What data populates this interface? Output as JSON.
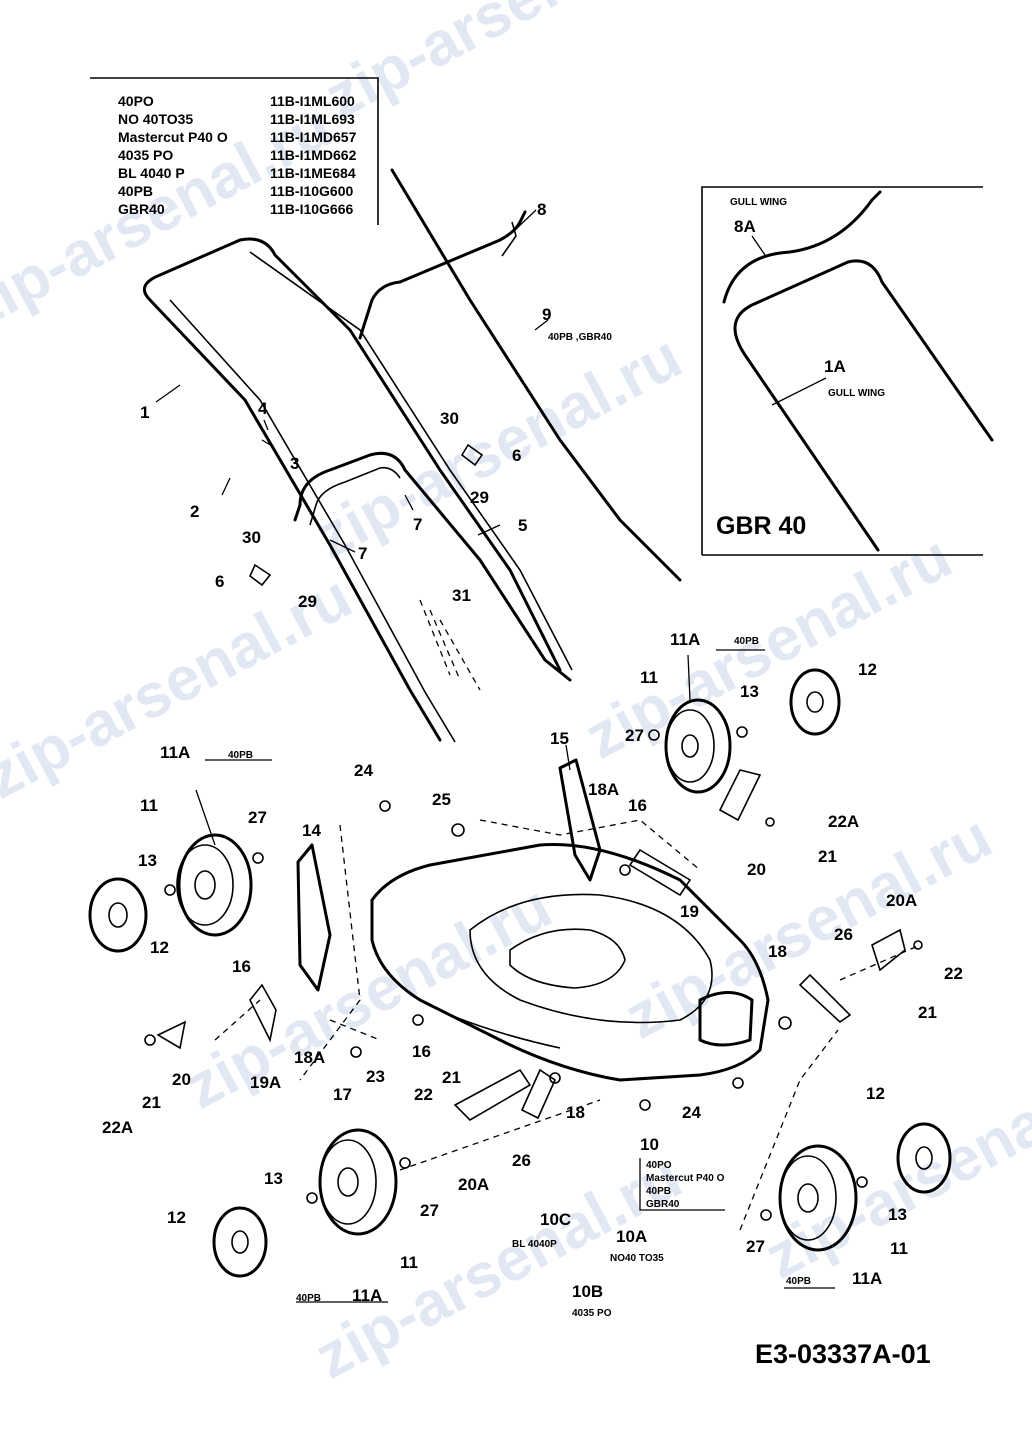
{
  "watermark": "zip-arsenal.ru",
  "diagram_code": "E3-03337A-01",
  "model_table": [
    {
      "model": "40PO",
      "part_no": "11B-I1ML600"
    },
    {
      "model": "NO 40TO35",
      "part_no": "11B-I1ML693"
    },
    {
      "model": "Mastercut P40 O",
      "part_no": "11B-I1MD657"
    },
    {
      "model": "4035 PO",
      "part_no": "11B-I1MD662"
    },
    {
      "model": "BL 4040 P",
      "part_no": "11B-I1ME684"
    },
    {
      "model": "40PB",
      "part_no": "11B-I10G600"
    },
    {
      "model": "GBR40",
      "part_no": "11B-I10G666"
    }
  ],
  "inset": {
    "title": "GBR 40",
    "note_8a": "GULL WING",
    "label_8a": "8A",
    "label_1a": "1A",
    "note_1a": "GULL WING"
  },
  "notes": {
    "n9": "40PB ,GBR40",
    "n10_lines": [
      "40PO",
      "Mastercut P40 O",
      "40PB",
      "GBR40"
    ],
    "n10a": "NO40 TO35",
    "n10b": "4035 PO",
    "n10c": "BL 4040P",
    "wheel_40pb": "40PB"
  },
  "callouts": {
    "c1": "1",
    "c2": "2",
    "c3": "3",
    "c4": "4",
    "c5": "5",
    "c6a": "6",
    "c6b": "6",
    "c7a": "7",
    "c7b": "7",
    "c8": "8",
    "c9": "9",
    "c10": "10",
    "c10a": "10A",
    "c10b": "10B",
    "c10c": "10C",
    "c11a": "11",
    "c11b": "11",
    "c11c": "11",
    "c11d": "11",
    "c11Aa": "11A",
    "c11Ab": "11A",
    "c11Ac": "11A",
    "c11Ad": "11A",
    "c12a": "12",
    "c12b": "12",
    "c12c": "12",
    "c12d": "12",
    "c13a": "13",
    "c13b": "13",
    "c13c": "13",
    "c13d": "13",
    "c14": "14",
    "c15": "15",
    "c16a": "16",
    "c16b": "16",
    "c16c": "16",
    "c17": "17",
    "c18a": "18",
    "c18b": "18",
    "c18Aa": "18A",
    "c18Ab": "18A",
    "c19": "19",
    "c19A": "19A",
    "c20a": "20",
    "c20b": "20",
    "c20Aa": "20A",
    "c20Ab": "20A",
    "c21a": "21",
    "c21b": "21",
    "c21c": "21",
    "c21d": "21",
    "c22a": "22",
    "c22b": "22",
    "c22Aa": "22A",
    "c22Ab": "22A",
    "c23": "23",
    "c24a": "24",
    "c24b": "24",
    "c25": "25",
    "c26a": "26",
    "c26b": "26",
    "c27a": "27",
    "c27b": "27",
    "c27c": "27",
    "c27d": "27",
    "c29a": "29",
    "c29b": "29",
    "c30a": "30",
    "c30b": "30",
    "c31": "31"
  }
}
